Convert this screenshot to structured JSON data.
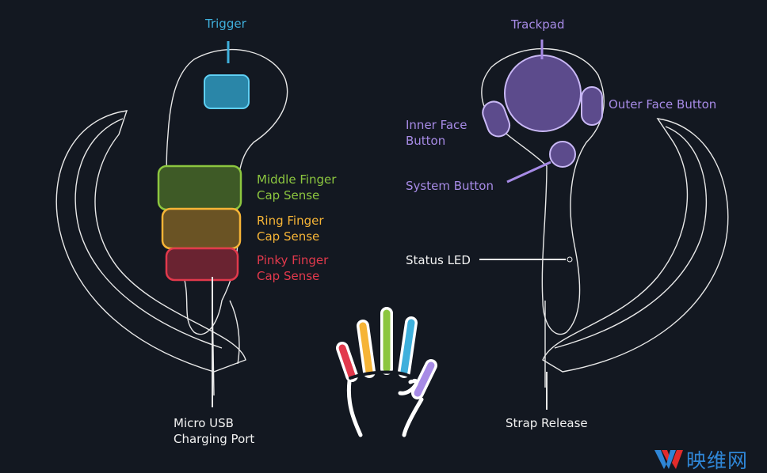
{
  "left_controller": {
    "trigger": "Trigger",
    "middle_finger": "Middle Finger\nCap Sense",
    "ring_finger": "Ring Finger\nCap Sense",
    "pinky_finger": "Pinky Finger\nCap Sense",
    "usb": "Micro USB\nCharging Port"
  },
  "right_controller": {
    "trackpad": "Trackpad",
    "outer_face": "Outer Face Button",
    "inner_face": "Inner Face\nButton",
    "system": "System Button",
    "status_led": "Status LED",
    "strap_release": "Strap Release"
  },
  "watermark": {
    "text": "映维网"
  },
  "colors": {
    "background": "#131821",
    "trigger": "#3fb0dc",
    "middle": "#8cc63f",
    "ring": "#f6b436",
    "pinky": "#e2394c",
    "thumb": "#a78be6"
  }
}
